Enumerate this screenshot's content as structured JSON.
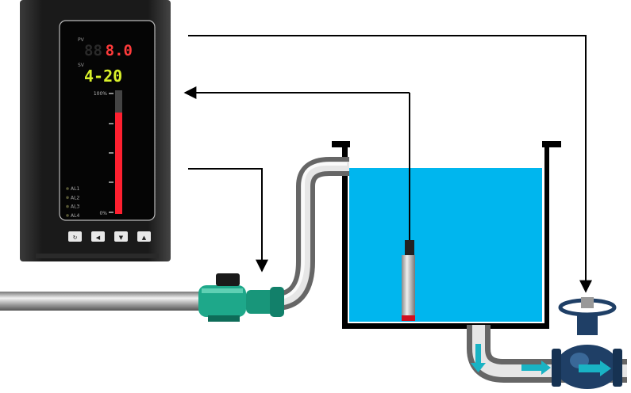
{
  "controller": {
    "pv_label": "PV",
    "pv_value": "8.0",
    "pv_dim_digits": "88",
    "sv_label": "SV",
    "sv_value": "4-20",
    "bar_top_label": "100%",
    "bar_bottom_label": "0%",
    "bar_level_percent": 82,
    "alarms": [
      "AL1",
      "AL2",
      "AL3",
      "AL4"
    ],
    "buttons": [
      "cycle-icon",
      "left-icon",
      "down-icon",
      "up-icon"
    ],
    "pv_color": "#ff3b3b",
    "sv_color": "#d8f02a",
    "bar_color": "#ff2030"
  },
  "colors": {
    "water": "#00b6ee",
    "tank": "#000000",
    "flow_arrow": "#19b3c4",
    "pump": "#1ea88a",
    "valve": "#1f3f66"
  }
}
